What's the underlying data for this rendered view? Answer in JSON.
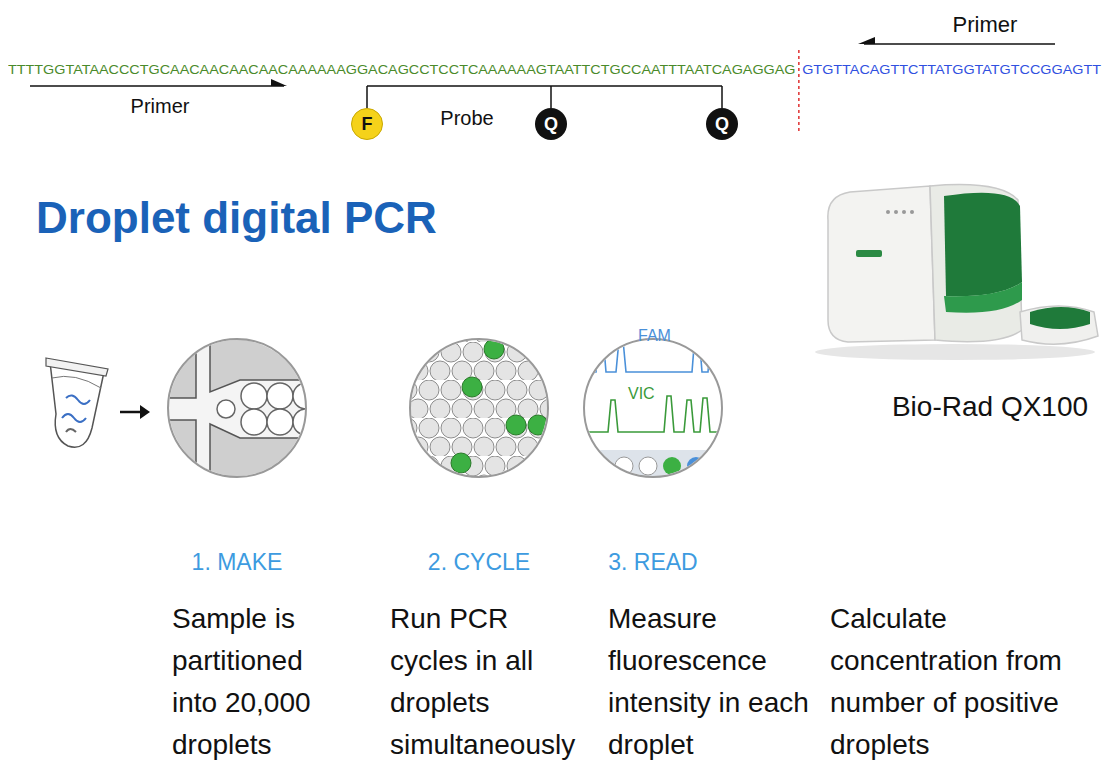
{
  "diagram": {
    "title": "Droplet digital PCR",
    "nodes": [
      {
        "text": [
          "F"
        ]
      },
      {
        "text": [
          "Q"
        ]
      },
      {
        "text": [
          "Q"
        ]
      }
    ],
    "labels": [
      "TTTTGGTATAACCCTGCAACAACAACAACAAAAAAGGACAGCCTCCTCAAAAAAGTAATTCTGCCAATTTAATCAGAGGAG",
      "GTGTTACAGTTCTTATGGTATGTCCGGAGTT",
      "Primer",
      "Primer",
      "Probe",
      "FAM",
      "VIC",
      "1. MAKE",
      "2. CYCLE",
      "3. READ",
      "Sample is partitioned into 20,000 droplets",
      "Run PCR cycles in all droplets simultaneously",
      "Measure fluorescence intensity in each droplet",
      "Calculate concentration from number of positive droplets",
      "Bio-Rad QX100"
    ]
  }
}
